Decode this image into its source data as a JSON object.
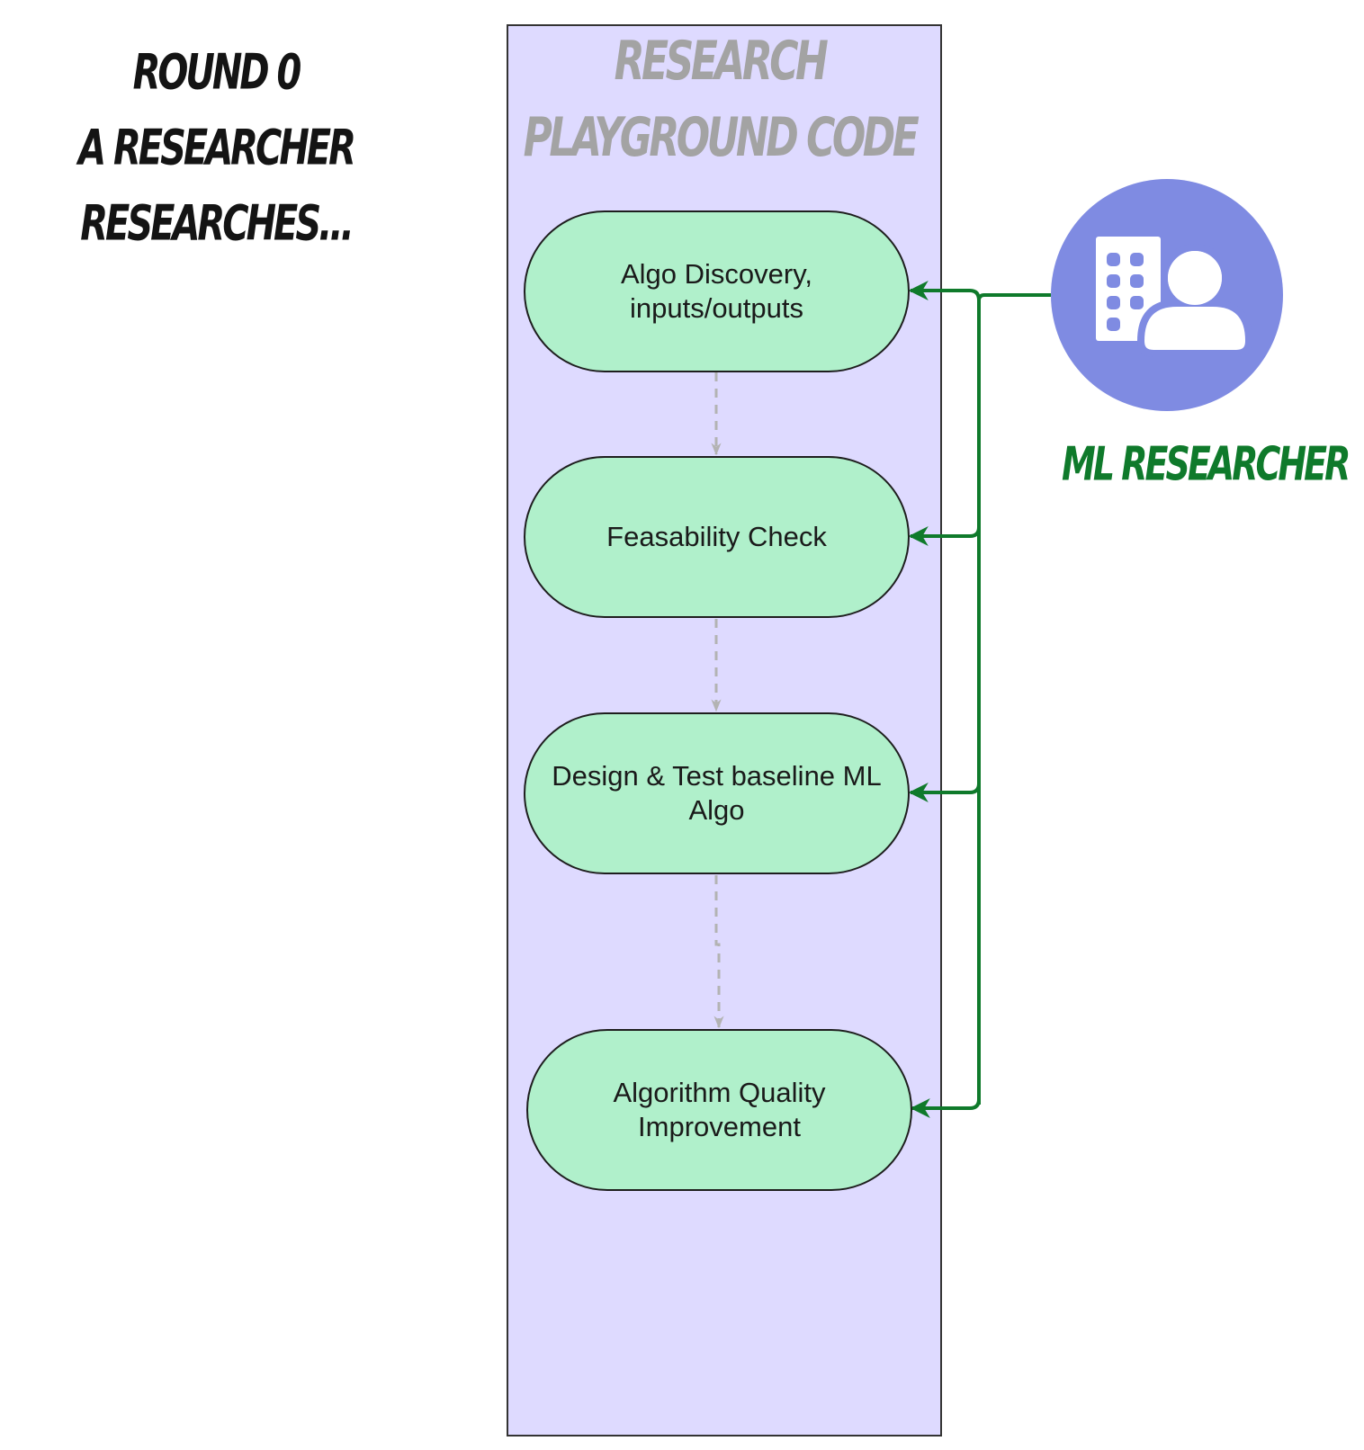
{
  "title": {
    "lines": [
      "Round 0",
      "A researcher",
      "researches..."
    ]
  },
  "container": {
    "title_lines": [
      "Research",
      "Playground Code"
    ],
    "fill": "#dedaff",
    "border": "#333333"
  },
  "nodes": [
    {
      "lines": [
        "Algo Discovery,",
        "inputs/outputs"
      ]
    },
    {
      "lines": [
        "Feasability Check"
      ]
    },
    {
      "lines": [
        "Design & Test baseline ML",
        "Algo"
      ]
    },
    {
      "lines": [
        "Algorithm Quality",
        "Improvement"
      ]
    }
  ],
  "actor": {
    "label": "ML Researcher",
    "icon": "building-person-icon",
    "circle_color": "#7f8be2",
    "icon_color": "#ffffff"
  },
  "colors": {
    "node_fill": "#b0f0cb",
    "arrow_green": "#0f7a2b",
    "flow_gray": "#b3b3b3"
  },
  "edges": [
    {
      "from": "node-1",
      "to": "node-2",
      "style": "dashed"
    },
    {
      "from": "node-2",
      "to": "node-3",
      "style": "dashed"
    },
    {
      "from": "node-3",
      "to": "node-4",
      "style": "dashed"
    },
    {
      "from": "ml-researcher",
      "to": "node-1",
      "style": "solid"
    },
    {
      "from": "ml-researcher",
      "to": "node-2",
      "style": "solid"
    },
    {
      "from": "ml-researcher",
      "to": "node-3",
      "style": "solid"
    },
    {
      "from": "ml-researcher",
      "to": "node-4",
      "style": "solid"
    }
  ]
}
